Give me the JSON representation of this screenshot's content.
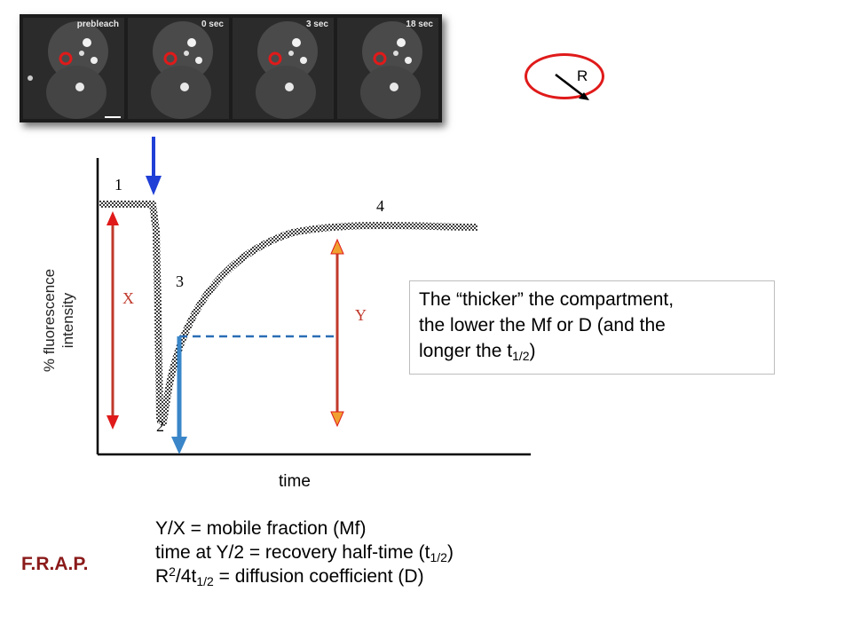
{
  "panels": [
    {
      "label": "prebleach"
    },
    {
      "label": "0 sec"
    },
    {
      "label": "3 sec"
    },
    {
      "label": "18 sec"
    }
  ],
  "radius_label": "R",
  "y_axis_label_line1": "% fluorescence",
  "y_axis_label_line2": "intensity",
  "x_axis_label": "time",
  "points": {
    "p1": "1",
    "p2": "2",
    "p3": "3",
    "p4": "4"
  },
  "x_marker": "X",
  "y_marker": "Y",
  "note": {
    "line1": "The “thicker” the compartment,",
    "line2": "the lower the Mf or D (and the",
    "line3_prefix": "longer the t",
    "line3_sub": "1/2",
    "line3_suffix": ")"
  },
  "formulas": {
    "f1": "Y/X = mobile fraction (Mf)",
    "f2_prefix": "time at Y/2 = recovery half-time (t",
    "f2_sub": "1/2",
    "f2_suffix": ")",
    "f3_base": "R",
    "f3_sup": "2",
    "f3_mid": "/4t",
    "f3_sub": "1/2",
    "f3_suffix": " = diffusion coefficient (D)"
  },
  "frap_label": "F.R.A.P.",
  "colors": {
    "red": "#e01a1a",
    "dark_red": "#8b1a1a",
    "blue": "#1f3fd6",
    "light_blue": "#3a86c8",
    "orange_arrow": "#f0a030"
  }
}
